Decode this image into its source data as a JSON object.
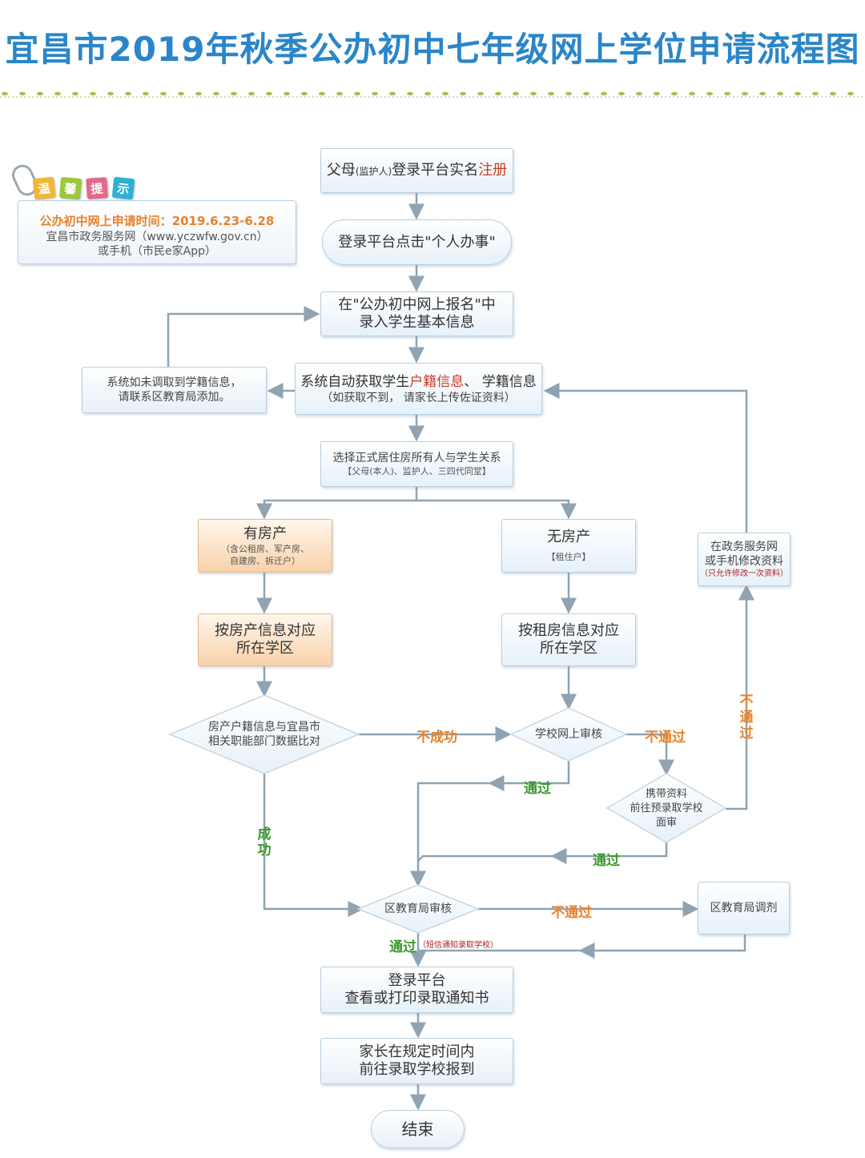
{
  "title": "宜昌市2019年秋季公办初中七年级网上学位申请流程图",
  "tip": {
    "tags": [
      "温",
      "馨",
      "提",
      "示"
    ],
    "tag_colors": [
      "#f2b632",
      "#9bc83a",
      "#e36a8c",
      "#2fb0d8"
    ],
    "line1": "公办初中网上申请时间：2019.6.23-6.28",
    "line2": "宜昌市政务服务网（www.yczwfw.gov.cn）",
    "line3": "或手机（市民e家App）"
  },
  "nodes": {
    "register_a": "父母",
    "register_b": "(监护人)",
    "register_c": "登录平台实名",
    "register_d": "注册",
    "login": "登录平台点击\"个人办事\"",
    "enter_1": "在\"公办初中网上报名\"中",
    "enter_2": "录入学生基本信息",
    "auto_a": "系统自动获取学生",
    "auto_b": "户籍信息",
    "auto_c": "、 学籍信息",
    "auto_2": "（如获取不到， 请家长上传佐证资料）",
    "no_record_1": "系统如未调取到学籍信息，",
    "no_record_2": "请联系区教育局添加。",
    "relation_1": "选择正式居住房所有人与学生关系",
    "relation_2": "【父母(本人)、监护人、三四代同堂】",
    "owner": "有房产",
    "owner_sub_1": "（含公租房、军产房、",
    "owner_sub_2": "自建房、拆迁户）",
    "renter": "无房产",
    "renter_sub": "【租住户】",
    "owner_zone_1": "按房产信息对应",
    "owner_zone_2": "所在学区",
    "renter_zone_1": "按租房信息对应",
    "renter_zone_2": "所在学区",
    "modify_1": "在政务服务网",
    "modify_2": "或手机修改资料",
    "modify_3": "（只允许修改一次资料）",
    "compare_1": "房产户籍信息与宜昌市",
    "compare_2": "相关职能部门数据比对",
    "school_review": "学校网上审核",
    "interview_1": "携带资料",
    "interview_2": "前往预录取学校",
    "interview_3": "面审",
    "bureau_review": "区教育局审核",
    "adjust": "区教育局调剂",
    "print_1": "登录平台",
    "print_2": "查看或打印录取通知书",
    "report_1": "家长在规定时间内",
    "report_2": "前往录取学校报到",
    "end": "结束"
  },
  "labels": {
    "fail": "不成功",
    "not_pass": "不通过",
    "not_pass_v": [
      "不",
      "通",
      "过"
    ],
    "pass": "通过",
    "success_v": [
      "成",
      "功"
    ],
    "sms_note": "（短信通知录取学校）"
  },
  "colors": {
    "title": "#2a86c8",
    "orange_label": "#e8822a",
    "green_label": "#3a9a2a",
    "line": "#8fa3b2"
  }
}
